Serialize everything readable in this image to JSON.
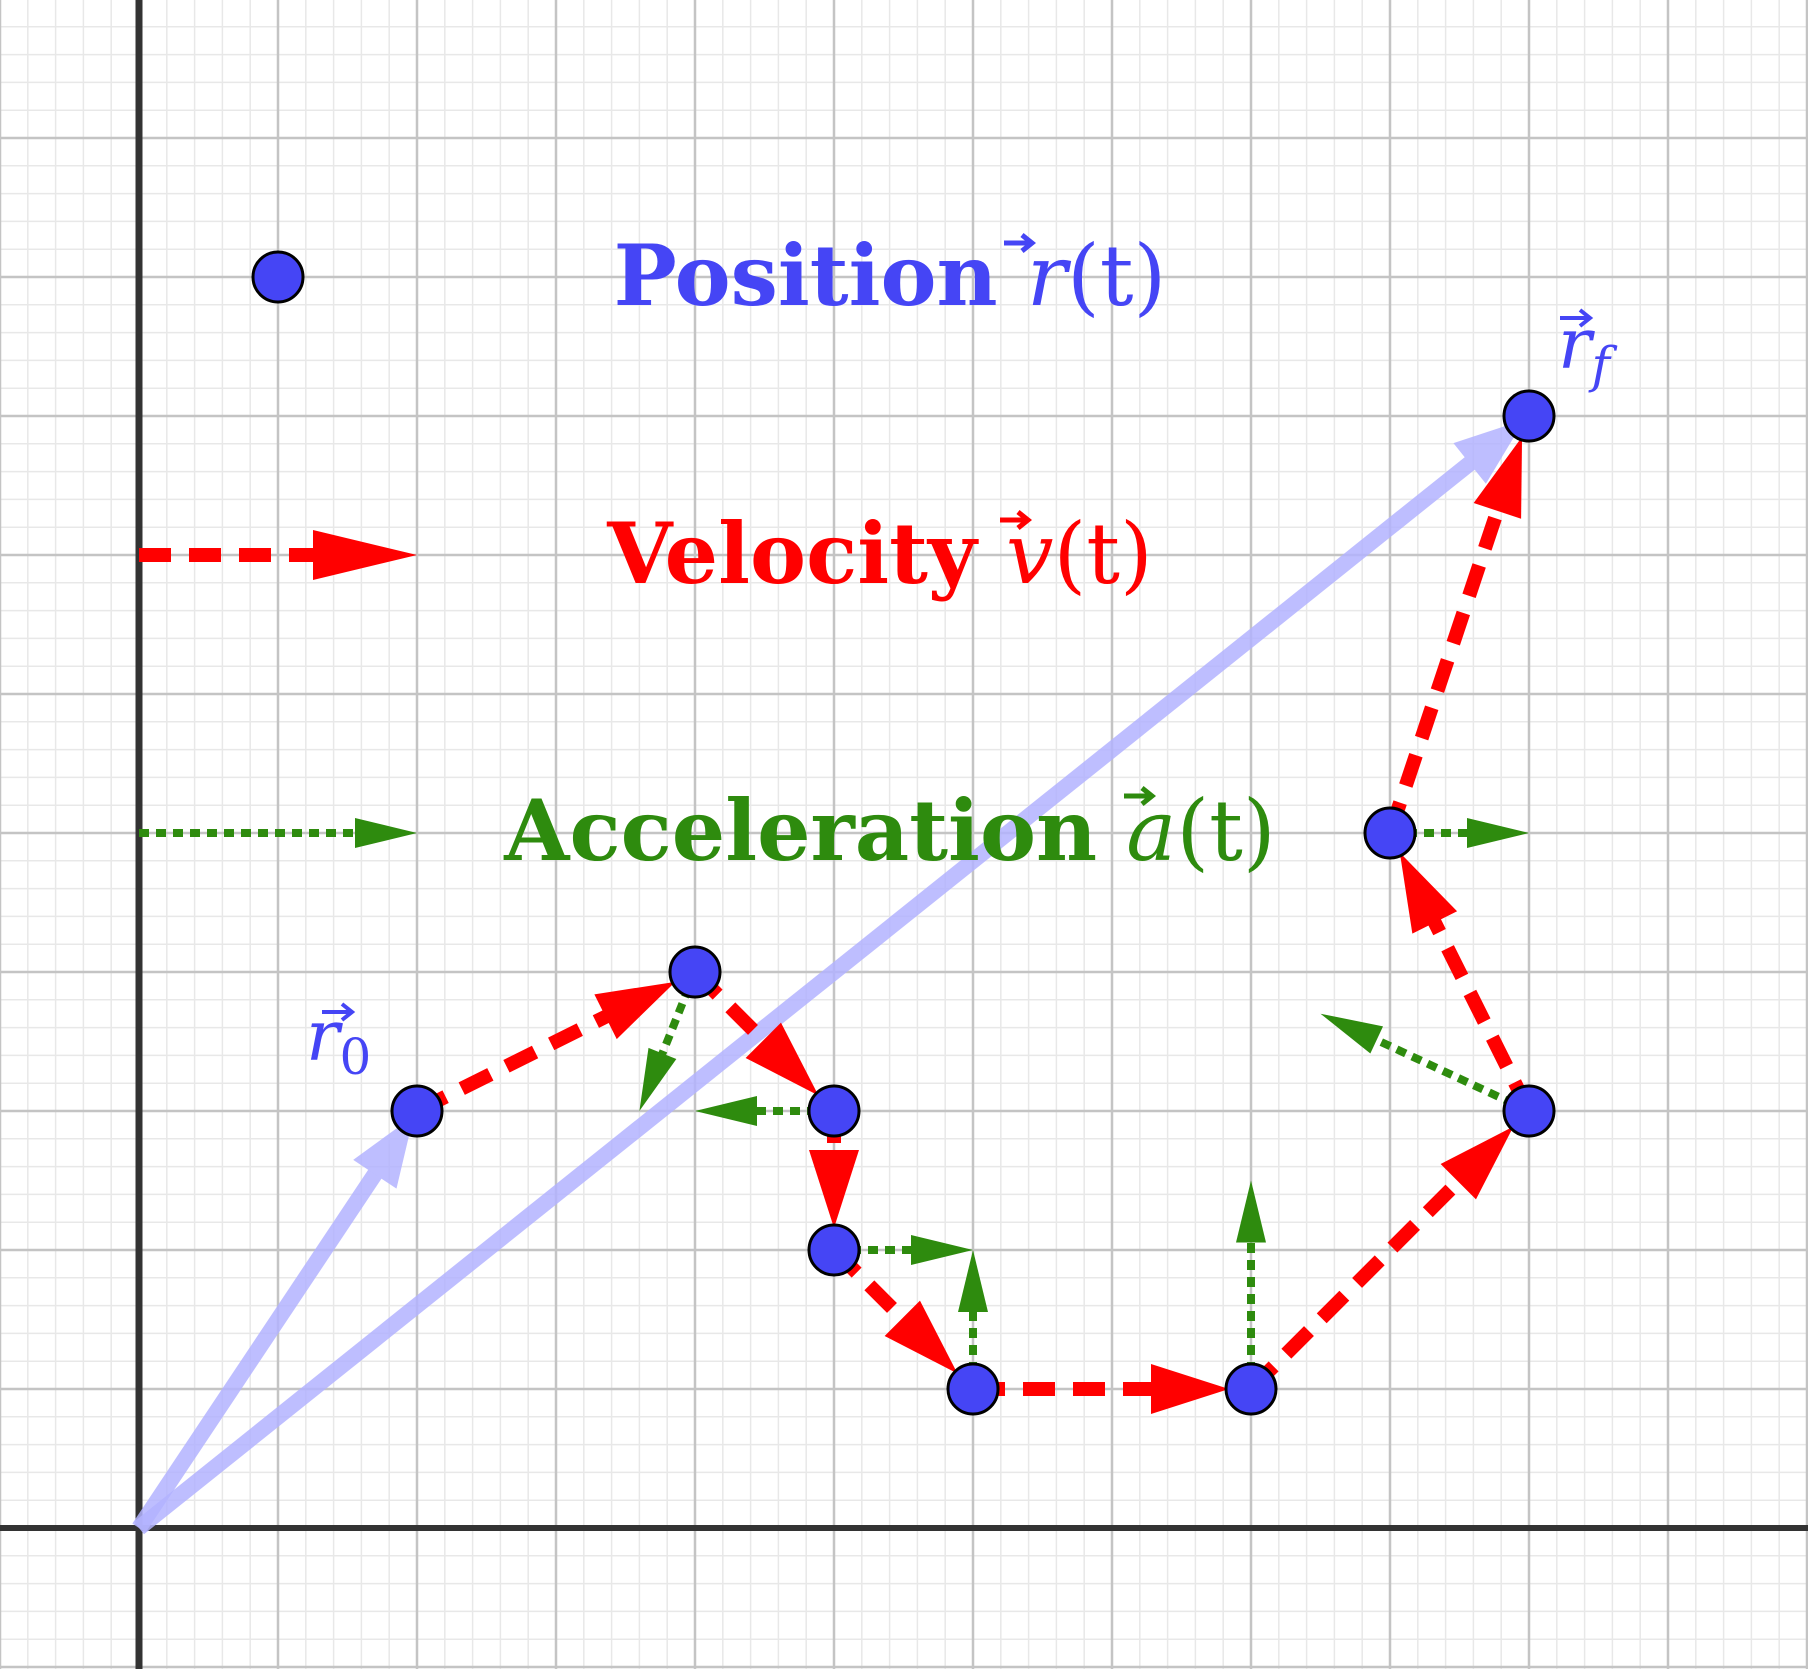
{
  "legend": {
    "position_label": "Position",
    "position_symbol": "r",
    "velocity_label": "Velocity",
    "velocity_symbol": "v",
    "acceleration_label": "Acceleration",
    "acceleration_symbol": "a",
    "time_arg": "(t)"
  },
  "labels": {
    "start_symbol": "r",
    "start_subscript": "0",
    "end_symbol": "r",
    "end_subscript": "f"
  },
  "colors": {
    "position": "#4545f5",
    "velocity": "#ff0000",
    "acceleration": "#2e8b0e",
    "position_vector": "#b3b3ff",
    "grid_major": "#c4c4c4",
    "grid_minor": "#e8e8e8",
    "axis": "#333333",
    "point_stroke": "#000000"
  },
  "diagram": {
    "points": [
      [
        2,
        3
      ],
      [
        4,
        4
      ],
      [
        5,
        3
      ],
      [
        5,
        2
      ],
      [
        6,
        1
      ],
      [
        8,
        1
      ],
      [
        10,
        3
      ],
      [
        9,
        5
      ],
      [
        10,
        8
      ]
    ],
    "position_vectors": [
      {
        "from": [
          0,
          0
        ],
        "to": [
          2,
          3
        ]
      },
      {
        "from": [
          0,
          0
        ],
        "to": [
          10,
          8
        ]
      }
    ],
    "velocity_vectors": [
      {
        "from": [
          2,
          3
        ],
        "to": [
          4,
          4
        ]
      },
      {
        "from": [
          4,
          4
        ],
        "to": [
          5,
          3
        ]
      },
      {
        "from": [
          5,
          3
        ],
        "to": [
          5,
          2
        ]
      },
      {
        "from": [
          5,
          2
        ],
        "to": [
          6,
          1
        ]
      },
      {
        "from": [
          6,
          1
        ],
        "to": [
          8,
          1
        ]
      },
      {
        "from": [
          8,
          1
        ],
        "to": [
          10,
          3
        ]
      },
      {
        "from": [
          10,
          3
        ],
        "to": [
          9,
          5
        ]
      },
      {
        "from": [
          9,
          5
        ],
        "to": [
          10,
          8
        ]
      }
    ],
    "acceleration_vectors": [
      {
        "from": [
          4,
          4
        ],
        "to": [
          3.6,
          3
        ]
      },
      {
        "from": [
          5,
          3
        ],
        "to": [
          4,
          3
        ]
      },
      {
        "from": [
          5,
          2
        ],
        "to": [
          6,
          2
        ]
      },
      {
        "from": [
          6,
          1
        ],
        "to": [
          6,
          2
        ]
      },
      {
        "from": [
          8,
          1
        ],
        "to": [
          8,
          2.5
        ]
      },
      {
        "from": [
          10,
          3
        ],
        "to": [
          8.5,
          3.7
        ]
      },
      {
        "from": [
          9,
          5
        ],
        "to": [
          10,
          5
        ]
      }
    ],
    "legend_marker_point": [
      1,
      9
    ],
    "legend_velocity_arrow": {
      "from": [
        0,
        7
      ],
      "to": [
        2,
        7
      ]
    },
    "legend_acceleration_arrow": {
      "from": [
        0,
        5
      ],
      "to": [
        2,
        5
      ]
    },
    "x_range": [
      -1,
      12
    ],
    "y_range": [
      -0.7,
      11
    ]
  }
}
